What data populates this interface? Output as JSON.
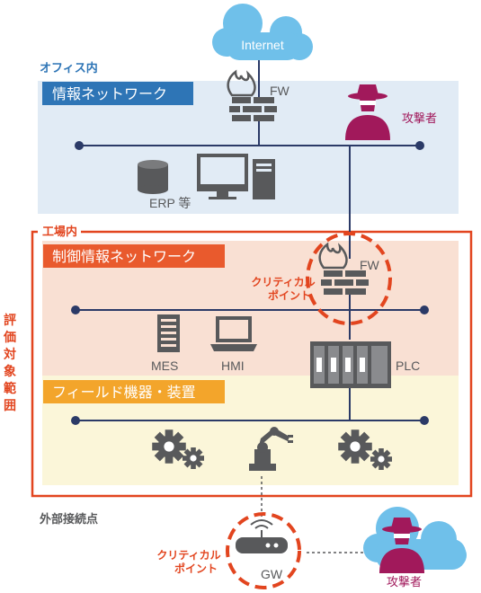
{
  "internet": {
    "label": "Internet"
  },
  "office": {
    "section_label": "オフィス内",
    "network_title": "情報ネットワーク",
    "firewall_label": "FW",
    "attacker_label": "攻撃者",
    "erp_label": "ERP 等"
  },
  "factory": {
    "section_label": "工場内",
    "control_network_title": "制御情報ネットワーク",
    "critical_point_label_line1": "クリティカル",
    "critical_point_label_line2": "ポイント",
    "firewall_label": "FW",
    "mes_label": "MES",
    "hmi_label": "HMI",
    "plc_label": "PLC",
    "field_title": "フィールド機器・装置"
  },
  "evaluation_scope": {
    "chars": [
      "評",
      "価",
      "対",
      "象",
      "範",
      "囲"
    ]
  },
  "external": {
    "section_label": "外部接続点",
    "critical_point_label_line1": "クリティカル",
    "critical_point_label_line2": "ポイント",
    "gateway_label": "GW",
    "attacker_label": "攻撃者"
  },
  "colors": {
    "office_band": "#e1ebf5",
    "office_title_bg": "#2e75b6",
    "factory_border": "#e2451f",
    "control_band": "#f9e0d3",
    "control_title_bg": "#e95a2d",
    "field_band": "#fbf6d9",
    "field_title_bg": "#f3a52b",
    "cloud": "#6fc0ea",
    "navy": "#2b3a67",
    "attacker": "#a1195b",
    "gray": "#58595b",
    "label_blue": "#2e75b6"
  }
}
